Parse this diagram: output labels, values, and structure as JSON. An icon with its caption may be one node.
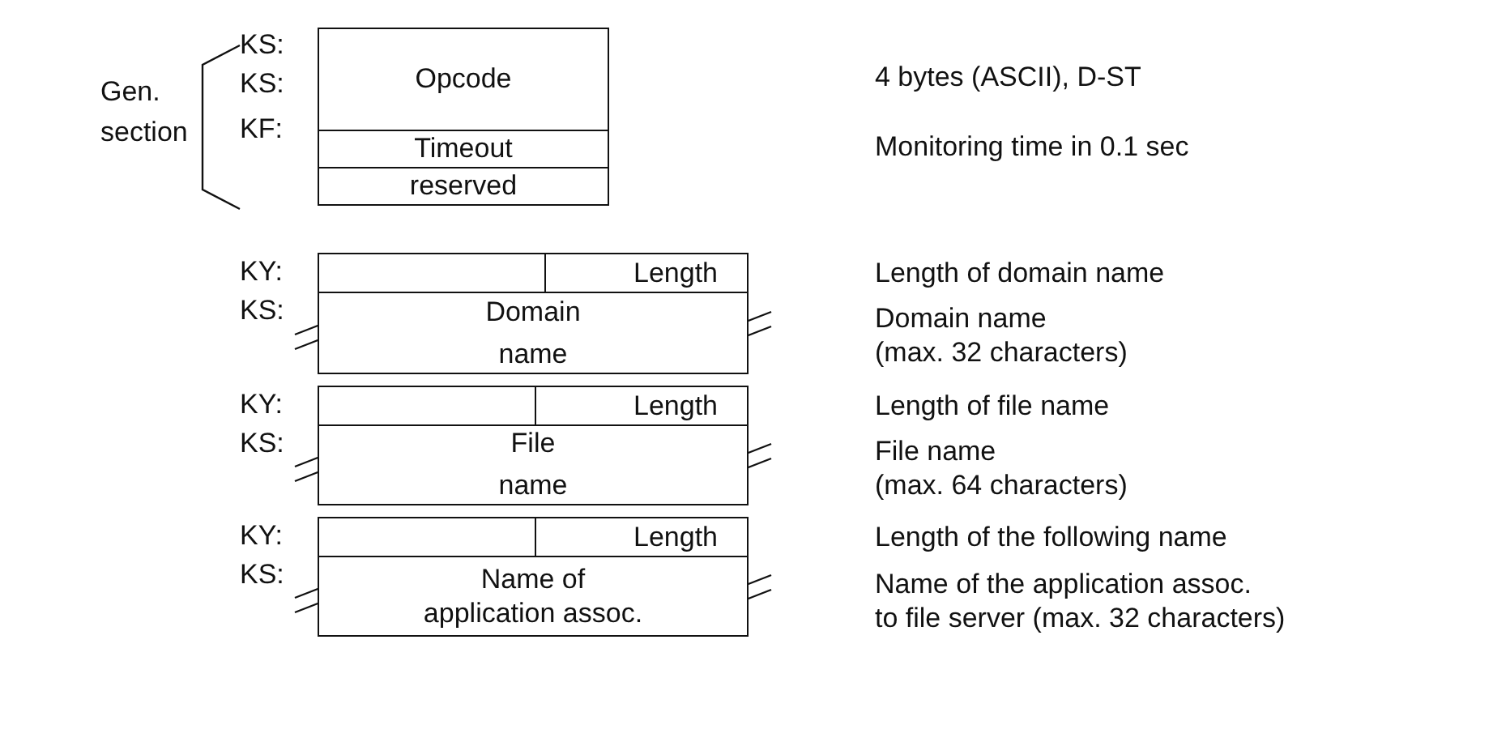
{
  "diagram": {
    "nodes": [
      {
        "text": [
          "Opcode"
        ]
      },
      {
        "text": [
          "Timeout"
        ]
      },
      {
        "text": [
          "reserved"
        ]
      },
      {
        "text": [],
        "shape": "box"
      },
      {
        "text": [
          "Length"
        ]
      },
      {
        "text": [
          "Domain name"
        ]
      },
      {
        "text": [],
        "shape": "box"
      },
      {
        "text": [
          "Length"
        ]
      },
      {
        "text": [
          "File name"
        ]
      },
      {
        "text": [],
        "shape": "box"
      },
      {
        "text": [
          "Length"
        ]
      },
      {
        "text": [
          "Name of application assoc."
        ]
      }
    ],
    "labels": [
      "Gen. section",
      "KS:",
      "KS:",
      "KF:",
      "4 bytes (ASCII), D-ST",
      "Monitoring time in 0.1 sec",
      "KY:",
      "Length of domain name",
      "KS:",
      "Domain name (max. 32 characters)",
      "KY:",
      "Length of file name",
      "KS:",
      "File name (max. 64 characters)",
      "KY:",
      "Length of the following name",
      "KS:",
      "Name of the application assoc. to file server (max. 32 characters)"
    ]
  }
}
